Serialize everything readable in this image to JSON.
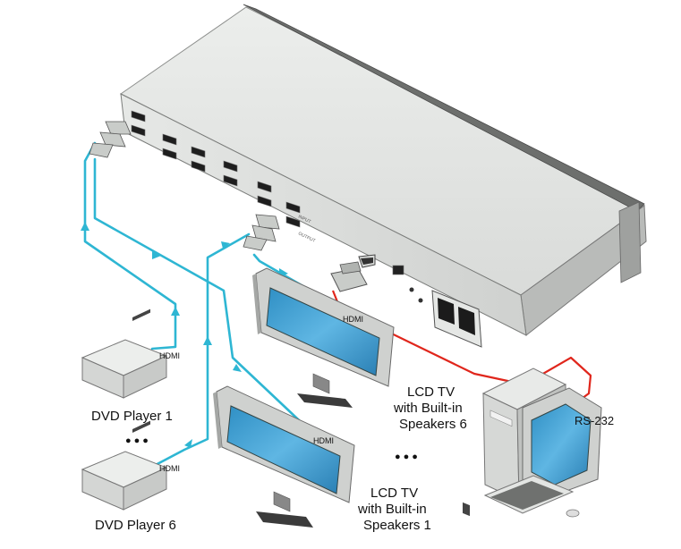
{
  "devices": {
    "switcher": {
      "port_labels": {
        "input": "INPUT",
        "output": "OUTPUT"
      }
    },
    "dvd_player_1": {
      "label": "DVD Player 1",
      "cable_label": "HDMI"
    },
    "dvd_player_6": {
      "label": "DVD Player 6",
      "cable_label": "HDMI"
    },
    "lcd_tv_6": {
      "label_lines": [
        "LCD TV",
        "with Built-in",
        "Speakers 6"
      ],
      "cable_label": "HDMI"
    },
    "lcd_tv_1": {
      "label_lines": [
        "LCD TV",
        "with Built-in",
        "Speakers 1"
      ],
      "cable_label": "HDMI"
    },
    "pc": {
      "cable_label": "RS-232"
    }
  },
  "ellipsis": {
    "dvd": "●●●",
    "tv": "●●●"
  },
  "colors": {
    "hdmi_cable": "#2eb6d3",
    "rs232_cable": "#e0261c",
    "chassis": "#dfe1df"
  }
}
